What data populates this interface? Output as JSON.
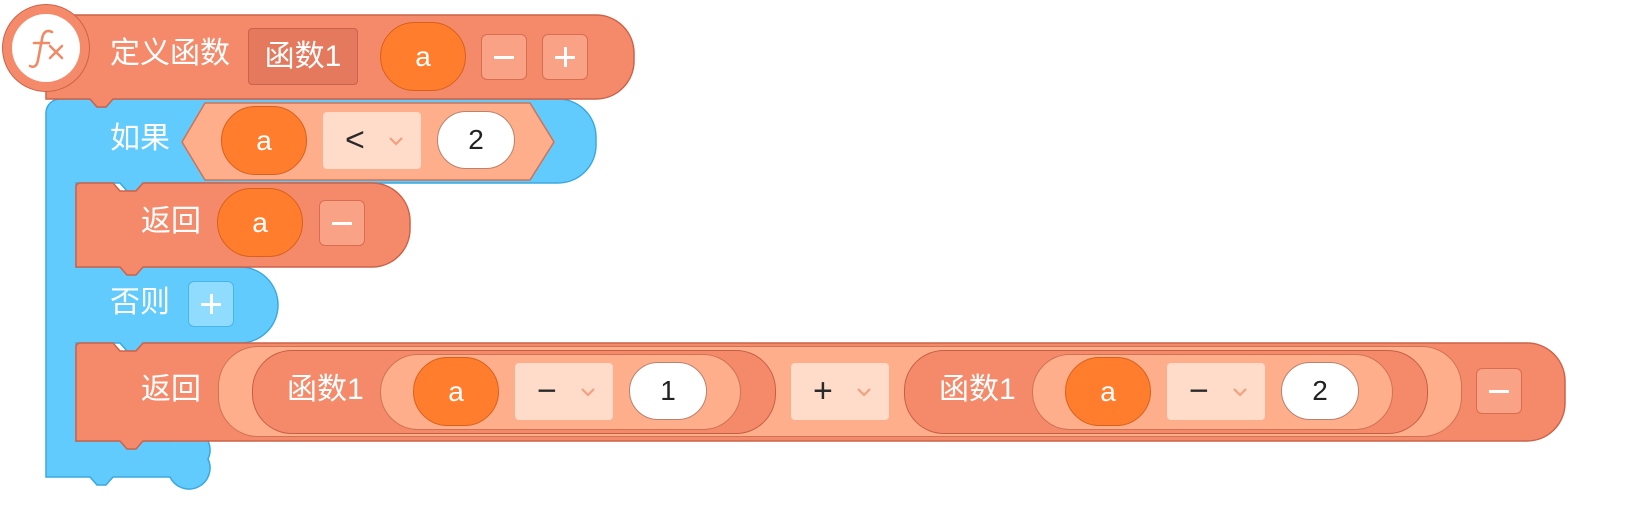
{
  "colors": {
    "function_block": "#f58a6b",
    "control_block": "#62cbfe",
    "variable_pill": "#ff7d2c",
    "operator_box": "#ffdcca",
    "expression_slot": "#ffae8c"
  },
  "define_block": {
    "icon": "fx-function-icon",
    "label": "定义函数",
    "function_name": "函数1",
    "param": "a",
    "minus": "−",
    "plus": "+"
  },
  "if_block": {
    "label": "如果",
    "condition": {
      "left": "a",
      "operator": "<",
      "right": "2"
    }
  },
  "return_block_1": {
    "label": "返回",
    "value": "a",
    "minus": "−"
  },
  "else_block": {
    "label": "否则",
    "plus": "+"
  },
  "return_block_2": {
    "label": "返回",
    "left_call": {
      "name": "函数1",
      "arg": {
        "left": "a",
        "operator": "−",
        "right": "1"
      }
    },
    "operator": "+",
    "right_call": {
      "name": "函数1",
      "arg": {
        "left": "a",
        "operator": "−",
        "right": "2"
      }
    },
    "minus": "−"
  }
}
